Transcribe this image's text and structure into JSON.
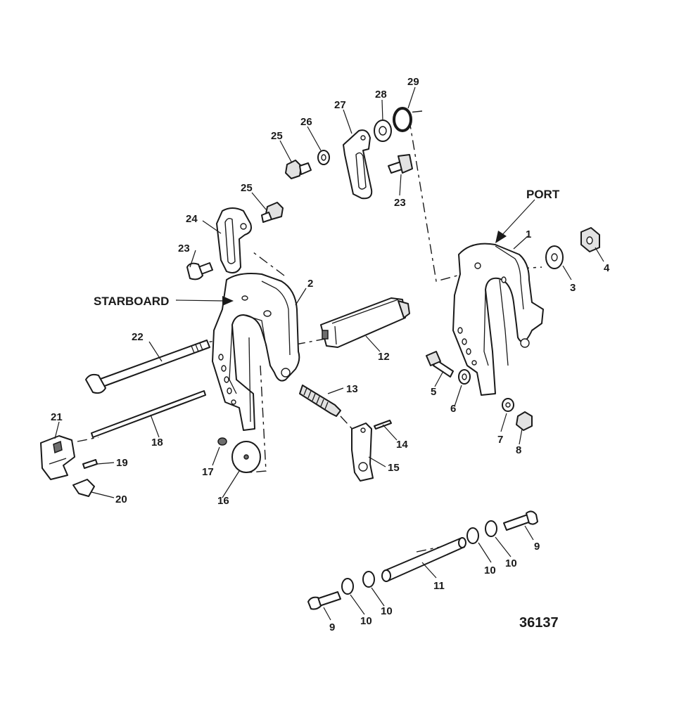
{
  "labels": {
    "port": "PORT",
    "starboard": "STARBOARD",
    "figure_number": "36137"
  },
  "callouts": {
    "c1": "1",
    "c2": "2",
    "c3": "3",
    "c4": "4",
    "c5": "5",
    "c6": "6",
    "c7": "7",
    "c8": "8",
    "c9a": "9",
    "c9b": "9",
    "c10a": "10",
    "c10b": "10",
    "c10c": "10",
    "c10d": "10",
    "c11": "11",
    "c12": "12",
    "c13": "13",
    "c14": "14",
    "c15": "15",
    "c16": "16",
    "c17": "17",
    "c18": "18",
    "c19": "19",
    "c20": "20",
    "c21": "21",
    "c22": "22",
    "c23a": "23",
    "c23b": "23",
    "c24": "24",
    "c25a": "25",
    "c25b": "25",
    "c26": "26",
    "c27": "27",
    "c28": "28",
    "c29": "29"
  }
}
